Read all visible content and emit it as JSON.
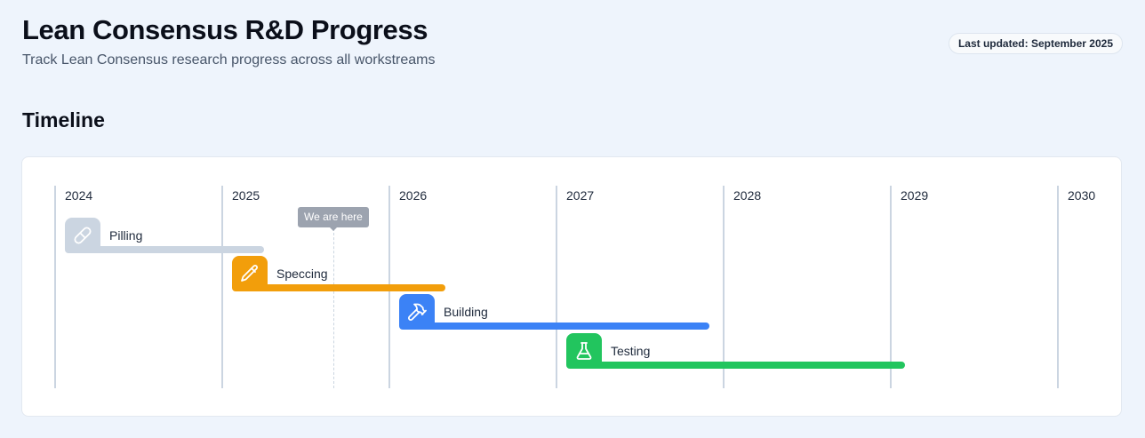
{
  "header": {
    "title": "Lean Consensus R&D Progress",
    "subtitle": "Track Lean Consensus research progress across all workstreams",
    "last_updated": "Last updated: September 2025"
  },
  "timeline": {
    "heading": "Timeline",
    "years": [
      "2024",
      "2025",
      "2026",
      "2027",
      "2028",
      "2029",
      "2030"
    ],
    "now_marker": {
      "label": "We are here",
      "date": "2025-09"
    },
    "phases": [
      {
        "name": "Pilling",
        "icon": "pill-icon",
        "color": "#cbd5e1",
        "start": "2024-01",
        "end": "2025-04"
      },
      {
        "name": "Speccing",
        "icon": "pencil-icon",
        "color": "#f29e0b",
        "start": "2025-01",
        "end": "2026-05"
      },
      {
        "name": "Building",
        "icon": "hammer-icon",
        "color": "#3b82f6",
        "start": "2026-01",
        "end": "2027-12"
      },
      {
        "name": "Testing",
        "icon": "flask-icon",
        "color": "#22c55e",
        "start": "2027-01",
        "end": "2029-02"
      }
    ]
  }
}
